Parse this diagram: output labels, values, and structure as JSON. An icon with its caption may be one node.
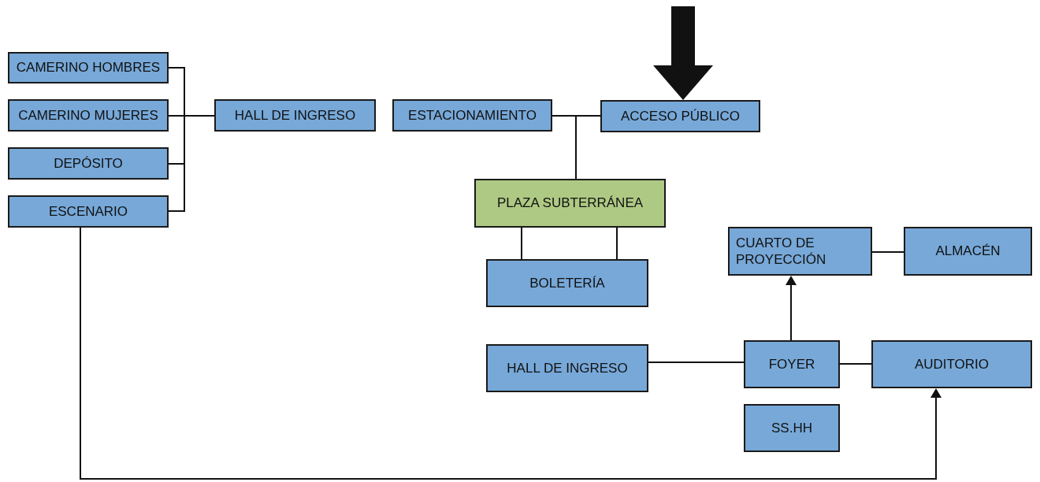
{
  "diagram": {
    "nodes": [
      {
        "text": [
          "CAMERINO HOMBRES"
        ]
      },
      {
        "text": [
          "CAMERINO MUJERES"
        ]
      },
      {
        "text": [
          "DEPÓSITO"
        ]
      },
      {
        "text": [
          "ESCENARIO"
        ]
      },
      {
        "text": [
          "HALL DE INGRESO"
        ]
      },
      {
        "text": [
          "ESTACIONAMIENTO"
        ]
      },
      {
        "text": [
          "ACCESO PÚBLICO"
        ]
      },
      {
        "text": [
          "PLAZA SUBTERRÁNEA"
        ]
      },
      {
        "text": [
          "CUARTO DE PROYECCIÓN"
        ]
      },
      {
        "text": [
          "ALMACÉN"
        ]
      },
      {
        "text": [
          "BOLETERÍA"
        ]
      },
      {
        "text": [
          "HALL DE INGRESO"
        ]
      },
      {
        "text": [
          "FOYER"
        ]
      },
      {
        "text": [
          "AUDITORIO"
        ]
      },
      {
        "text": [
          "SS.HH"
        ]
      }
    ],
    "edges": [
      {
        "from": 0,
        "to": 4,
        "arrow": "none"
      },
      {
        "from": 1,
        "to": 4,
        "arrow": "none"
      },
      {
        "from": 2,
        "to": 4,
        "arrow": "none"
      },
      {
        "from": 3,
        "to": 4,
        "arrow": "none"
      },
      {
        "from": 5,
        "to": 7,
        "arrow": "none"
      },
      {
        "from": 6,
        "to": 7,
        "arrow": "none"
      },
      {
        "from": 7,
        "to": 10,
        "arrow": "none"
      },
      {
        "from": 7,
        "to": 10,
        "arrow": "none"
      },
      {
        "from": 12,
        "to": 8,
        "arrow": "to"
      },
      {
        "from": 8,
        "to": 9,
        "arrow": "none"
      },
      {
        "from": 11,
        "to": 12,
        "arrow": "none"
      },
      {
        "from": 12,
        "to": 13,
        "arrow": "none"
      },
      {
        "from": 3,
        "to": 13,
        "arrow": "to"
      },
      {
        "from": null,
        "to": 6,
        "arrow": "to",
        "style": "thick"
      }
    ]
  }
}
